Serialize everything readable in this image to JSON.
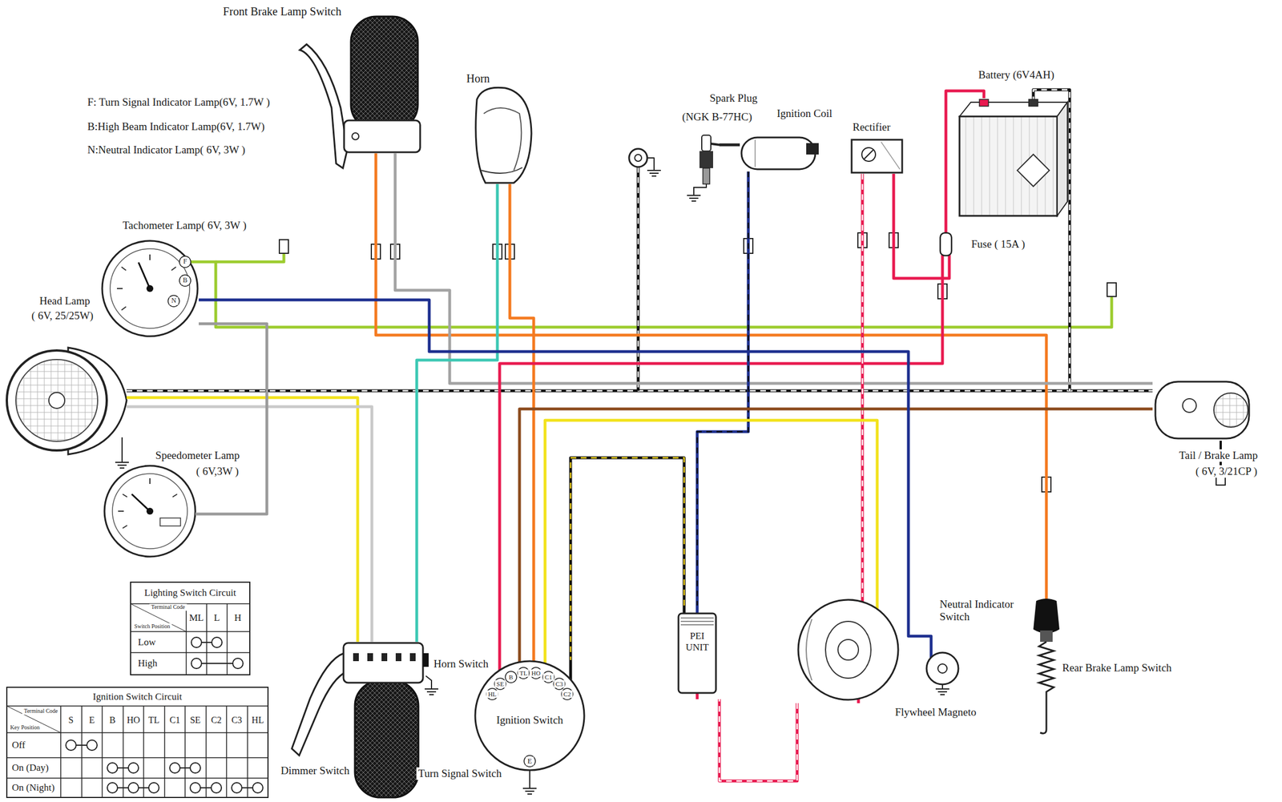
{
  "diagram": {
    "nodes": [
      {
        "text": [
          "Front Brake Lamp Switch"
        ]
      },
      {
        "text": [
          "Horn"
        ]
      },
      {
        "text": [
          "Spark Plug",
          "(NGK B-77HC)"
        ]
      },
      {
        "text": [
          "Ignition Coil"
        ]
      },
      {
        "text": [
          "Rectifier"
        ]
      },
      {
        "text": [
          "Battery (6V4AH)"
        ]
      },
      {
        "text": [
          "Fuse ( 15A )"
        ]
      },
      {
        "text": [
          "Tachometer Lamp( 6V, 3W )"
        ]
      },
      {
        "text": [
          "Head Lamp",
          "( 6V, 25/25W)"
        ]
      },
      {
        "text": [
          "Speedometer Lamp",
          "( 6V,3W )"
        ]
      },
      {
        "text": [
          "Tail / Brake Lamp",
          "( 6V, 3/21CP )"
        ]
      },
      {
        "text": [
          "Lighting Switch Circuit"
        ]
      },
      {
        "text": [
          "Ignition Switch Circuit"
        ]
      },
      {
        "text": [
          "Horn Switch",
          "Dimmer Switch",
          "Turn Signal Switch"
        ]
      },
      {
        "text": [
          "Ignition Switch"
        ]
      },
      {
        "text": [
          "PEI UNIT"
        ]
      },
      {
        "text": [
          "Flywheel Magneto"
        ]
      },
      {
        "text": [
          "Neutral Indicator Switch"
        ]
      },
      {
        "text": [
          "Rear Brake Lamp Switch"
        ]
      }
    ],
    "edges": [
      {
        "from": 0,
        "to": 18,
        "arrow": "none"
      },
      {
        "from": 0,
        "to": 10,
        "arrow": "none"
      },
      {
        "from": 1,
        "to": 13,
        "arrow": "none"
      },
      {
        "from": 1,
        "to": 14,
        "arrow": "none"
      },
      {
        "from": 6,
        "to": 14,
        "arrow": "none"
      },
      {
        "from": 5,
        "to": 6,
        "arrow": "none"
      },
      {
        "from": 4,
        "to": 6,
        "arrow": "none"
      },
      {
        "from": 4,
        "to": 16,
        "arrow": "none"
      },
      {
        "from": 3,
        "to": 15,
        "arrow": "none"
      },
      {
        "from": 2,
        "to": 3,
        "arrow": "none"
      },
      {
        "from": 15,
        "to": 14,
        "arrow": "none"
      },
      {
        "from": 16,
        "to": 15,
        "arrow": "none"
      },
      {
        "from": 16,
        "to": 14,
        "arrow": "none"
      },
      {
        "from": 10,
        "to": 14,
        "arrow": "none"
      },
      {
        "from": 7,
        "to": 17,
        "arrow": "none"
      },
      {
        "from": 8,
        "to": 13,
        "arrow": "none"
      },
      {
        "from": 8,
        "to": 13,
        "arrow": "none"
      },
      {
        "from": 9,
        "to": 7,
        "arrow": "none"
      }
    ],
    "labels": [
      "F: Turn Signal Indicator Lamp(6V, 1.7W )",
      "B:High Beam Indicator Lamp(6V, 1.7W)",
      "N:Neutral Indicator Lamp( 6V, 3W )",
      "F",
      "B",
      "N",
      "Terminal Code",
      "Switch Position",
      "ML",
      "L",
      "H",
      "Low",
      "High",
      "Terminal Code",
      "Key Position",
      "S",
      "E",
      "B",
      "HO",
      "TL",
      "C1",
      "SE",
      "C2",
      "C3",
      "HL",
      "Off",
      "On (Day)",
      "On (Night)",
      "HL",
      "SE",
      "B",
      "TL",
      "HO",
      "C1",
      "C3",
      "C2",
      "E"
    ]
  }
}
